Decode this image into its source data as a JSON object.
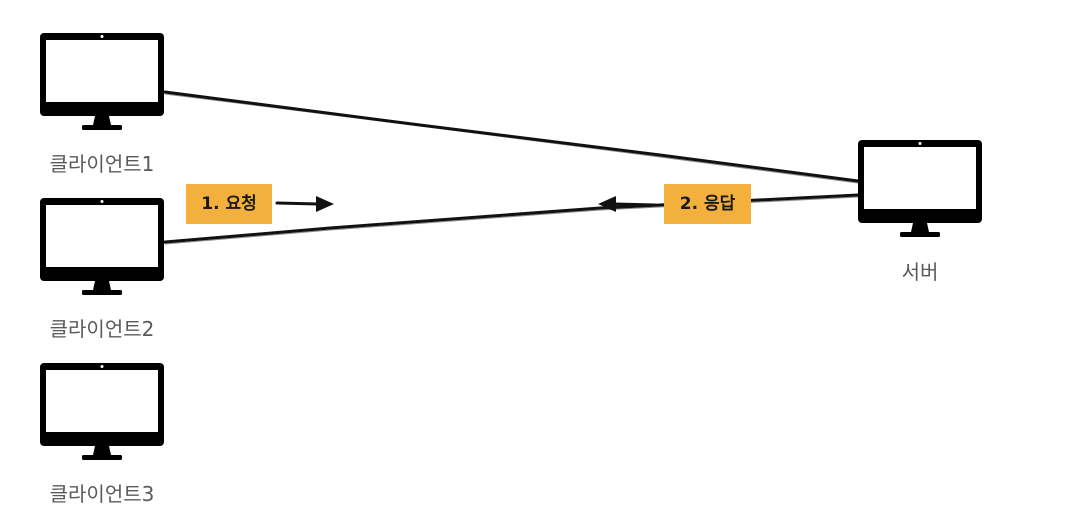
{
  "nodes": {
    "client1": {
      "label": "클라이언트1"
    },
    "client2": {
      "label": "클라이언트2"
    },
    "client3": {
      "label": "클라이언트3"
    },
    "server": {
      "label": "서버"
    }
  },
  "edges": {
    "request": {
      "label": "1. 요청"
    },
    "response": {
      "label": "2. 응답"
    }
  },
  "colors": {
    "monitor": "#000000",
    "line": "#111111",
    "tag_fill": "#f3b03d",
    "label_text": "#5a5a5a"
  }
}
